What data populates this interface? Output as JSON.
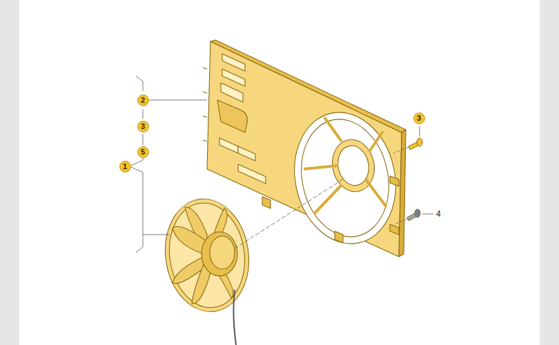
{
  "diagram": {
    "nodes": [
      {
        "text": [
          "2"
        ]
      },
      {
        "text": [
          "3"
        ]
      },
      {
        "text": [
          "5"
        ]
      },
      {
        "text": [
          "1"
        ]
      },
      {
        "text": [
          "3"
        ]
      }
    ],
    "labels": [
      "4"
    ]
  }
}
